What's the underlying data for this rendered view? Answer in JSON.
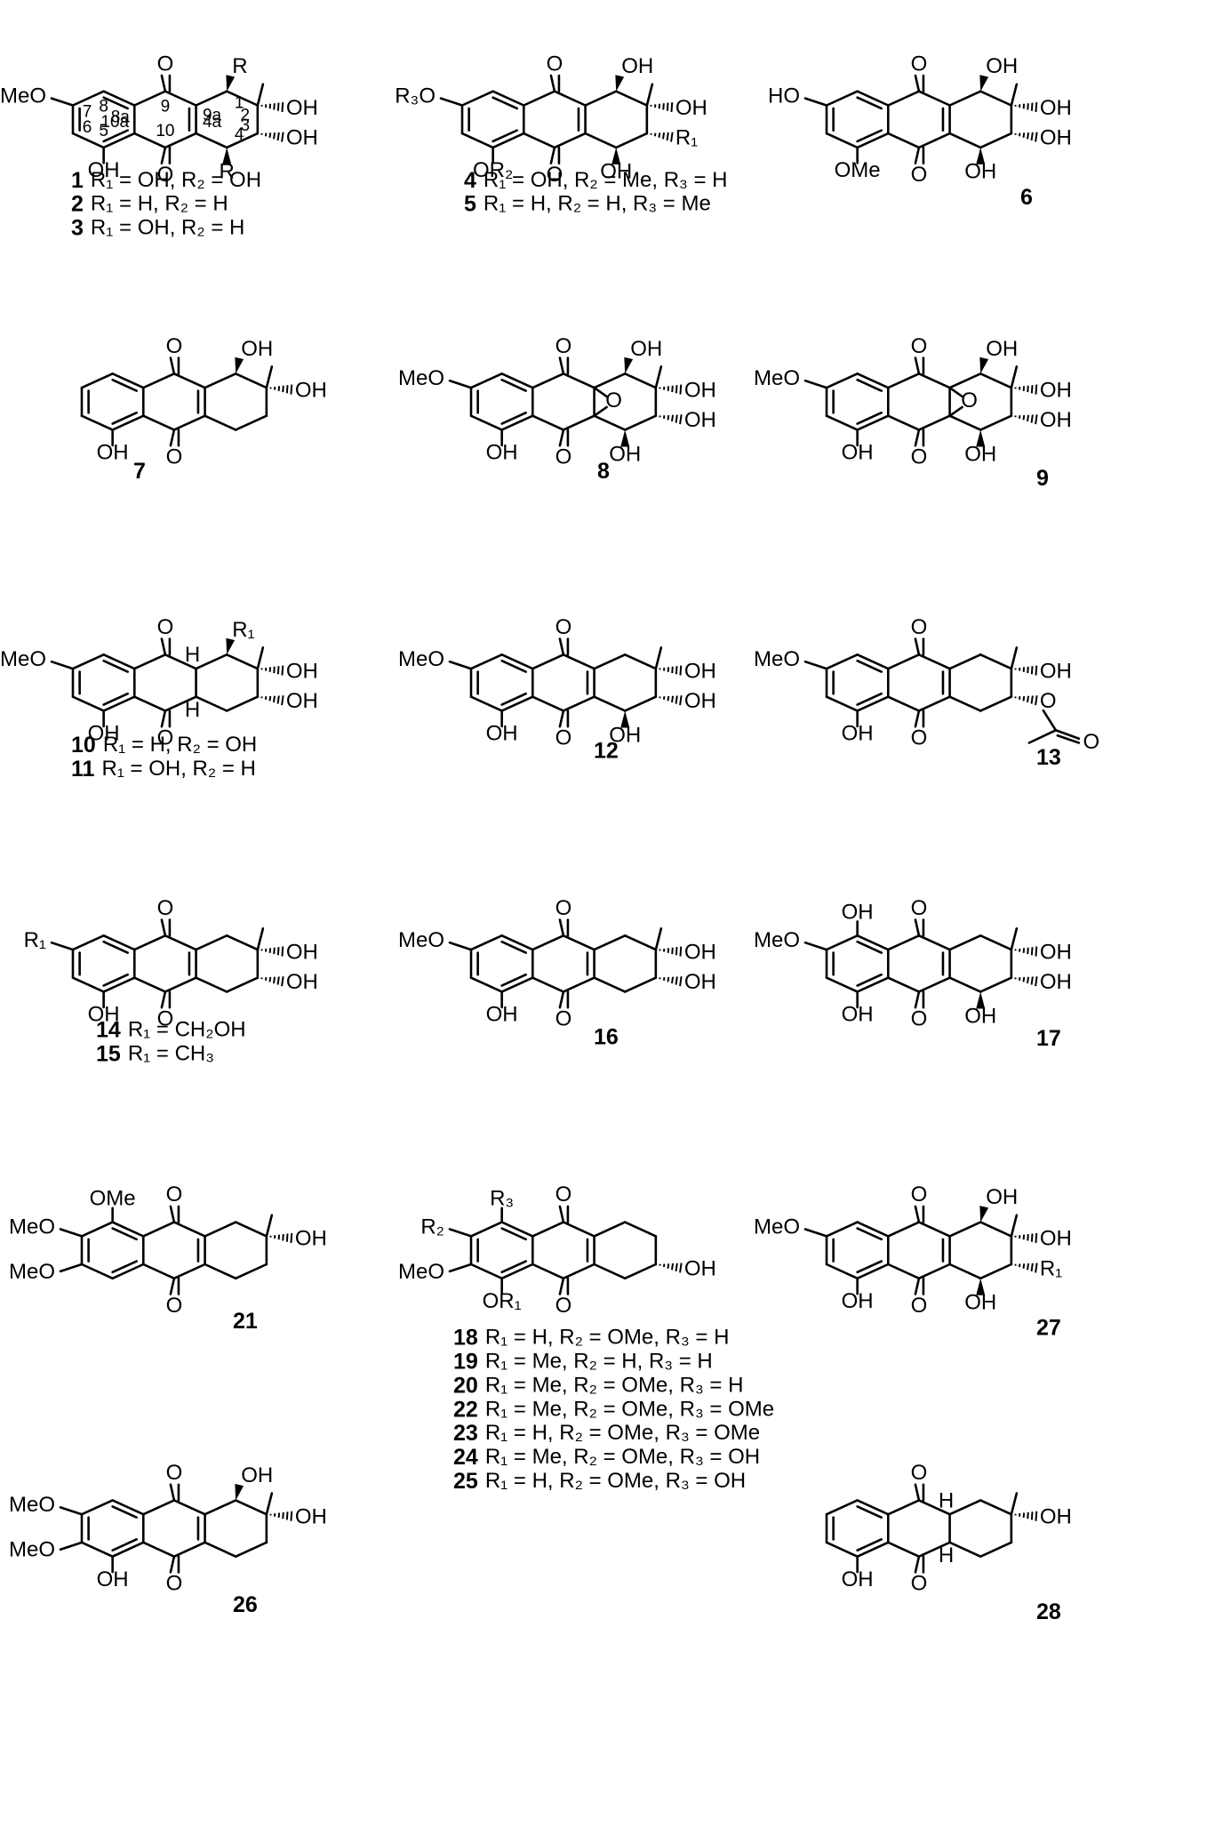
{
  "compounds": [
    {
      "id": "1-3",
      "numbers": [
        "1",
        "2",
        "3"
      ],
      "variant": "full",
      "subs": {
        "c5": "OH",
        "c7": "MeO",
        "c1": "R",
        "c2": "OH",
        "c3": "OH",
        "c4": "R"
      },
      "locants": true,
      "captions": [
        {
          "num": "1",
          "text": "R₁ = OH, R₂ = OH"
        },
        {
          "num": "2",
          "text": "R₁ = H,    R₂ = H"
        },
        {
          "num": "3",
          "text": "R₁ = OH, R₂ = H"
        }
      ]
    },
    {
      "id": "4-5",
      "numbers": [
        "4",
        "5"
      ],
      "variant": "full",
      "subs": {
        "c5": "OR₂",
        "c7": "R₃O",
        "c1": "OH",
        "c2": "OH",
        "c3": "R₁",
        "c4": "OH"
      },
      "captions": [
        {
          "num": "4",
          "text": "R₁ = OH, R₂ = Me, R₃ = H"
        },
        {
          "num": "5",
          "text": "R₁ = H,    R₂ = H,    R₃ = Me"
        }
      ]
    },
    {
      "id": "6",
      "numbers": [
        "6"
      ],
      "variant": "full",
      "subs": {
        "c5": "OMe",
        "c7": "HO",
        "c1": "OH",
        "c2": "OH",
        "c3": "OH",
        "c4": "OH"
      },
      "captions": [
        {
          "num": "6",
          "text": ""
        }
      ]
    },
    {
      "id": "7",
      "numbers": [
        "7"
      ],
      "variant": "full",
      "subs": {
        "c5": "OH",
        "c1": "OH",
        "c2": "OH"
      },
      "captions": [
        {
          "num": "7",
          "text": ""
        }
      ]
    },
    {
      "id": "8",
      "numbers": [
        "8"
      ],
      "variant": "epoxide",
      "subs": {
        "c5": "OH",
        "c7": "MeO",
        "c1": "OH",
        "c2": "OH",
        "c3": "OH",
        "c4": "OH",
        "epox": "O"
      },
      "captions": [
        {
          "num": "8",
          "text": ""
        }
      ]
    },
    {
      "id": "9",
      "numbers": [
        "9"
      ],
      "variant": "epoxide",
      "subs": {
        "c5": "OH",
        "c7": "MeO",
        "c1": "OH",
        "c2": "OH",
        "c3": "OH",
        "c4": "OH",
        "epox": "O"
      },
      "captions": [
        {
          "num": "9",
          "text": ""
        }
      ]
    },
    {
      "id": "10-11",
      "numbers": [
        "10",
        "11"
      ],
      "variant": "tetrahydro",
      "subs": {
        "c5": "OH",
        "c7": "MeO",
        "c1": "R₁",
        "c2": "OH",
        "c3": "OH",
        "h9a": "H",
        "h4a": "H"
      },
      "captions": [
        {
          "num": "10",
          "text": "R₁ = H, R₂ = OH"
        },
        {
          "num": "11",
          "text": "R₁ = OH,    R₂ = H"
        }
      ]
    },
    {
      "id": "12",
      "numbers": [
        "12"
      ],
      "variant": "full",
      "subs": {
        "c5": "OH",
        "c7": "MeO",
        "c2": "OH",
        "c3": "OH",
        "c4": "OH"
      },
      "captions": [
        {
          "num": "12",
          "text": ""
        }
      ]
    },
    {
      "id": "13",
      "numbers": [
        "13"
      ],
      "variant": "full",
      "subs": {
        "c5": "OH",
        "c7": "MeO",
        "c2": "OH",
        "c3": "O",
        "acO": "O"
      },
      "captions": [
        {
          "num": "13",
          "text": ""
        }
      ]
    },
    {
      "id": "14-15",
      "numbers": [
        "14",
        "15"
      ],
      "variant": "full",
      "subs": {
        "c5": "OH",
        "c7": "R₁",
        "c2": "OH",
        "c3": "OH"
      },
      "captions": [
        {
          "num": "14",
          "text": "R₁ = CH₂OH"
        },
        {
          "num": "15",
          "text": "R₁ = CH₃"
        }
      ]
    },
    {
      "id": "16",
      "numbers": [
        "16"
      ],
      "variant": "full",
      "subs": {
        "c5": "OH",
        "c7": "MeO",
        "c2": "OH",
        "c3": "OH"
      },
      "captions": [
        {
          "num": "16",
          "text": ""
        }
      ]
    },
    {
      "id": "17",
      "numbers": [
        "17"
      ],
      "variant": "full",
      "subs": {
        "c5": "OH",
        "c7": "MeO",
        "c8": "OH",
        "c2": "OH",
        "c3": "OH",
        "c4": "OH"
      },
      "captions": [
        {
          "num": "17",
          "text": ""
        }
      ]
    },
    {
      "id": "21",
      "numbers": [
        "21"
      ],
      "variant": "full",
      "subs": {
        "c8": "OMe",
        "c7": "MeO",
        "c6": "MeO",
        "c2": "OH"
      },
      "captions": [
        {
          "num": "21",
          "text": ""
        }
      ]
    },
    {
      "id": "18-25",
      "numbers": [
        "18",
        "19",
        "20",
        "22",
        "23",
        "24",
        "25"
      ],
      "variant": "full",
      "subs": {
        "c8": "R₃",
        "c7": "R₂",
        "c6": "MeO",
        "c5": "OR₁",
        "c3": "OH"
      },
      "captions": [
        {
          "num": "18",
          "text": "R₁ = H,    R₂ = OMe, R₃ = H"
        },
        {
          "num": "19",
          "text": "R₁ = Me, R₂ = H,       R₃ = H"
        },
        {
          "num": "20",
          "text": "R₁ = Me, R₂ = OMe, R₃ = H"
        },
        {
          "num": "22",
          "text": "R₁ = Me, R₂ = OMe, R₃ = OMe"
        },
        {
          "num": "23",
          "text": "R₁ = H,    R₂ = OMe, R₃ = OMe"
        },
        {
          "num": "24",
          "text": "R₁ = Me, R₂ = OMe, R₃ = OH"
        },
        {
          "num": "25",
          "text": "R₁ = H,    R₂ = OMe, R₃ = OH"
        }
      ]
    },
    {
      "id": "27",
      "numbers": [
        "27"
      ],
      "variant": "full",
      "subs": {
        "c5": "OH",
        "c7": "MeO",
        "c1": "OH",
        "c2": "OH",
        "c3": "R₁",
        "c4": "OH"
      },
      "captions": [
        {
          "num": "27",
          "text": ""
        }
      ]
    },
    {
      "id": "26",
      "numbers": [
        "26"
      ],
      "variant": "full",
      "subs": {
        "c5": "OH",
        "c7": "MeO",
        "c6": "MeO",
        "c1": "OH",
        "c2": "OH"
      },
      "captions": [
        {
          "num": "26",
          "text": ""
        }
      ]
    },
    {
      "id": "28",
      "numbers": [
        "28"
      ],
      "variant": "tetrahydro28",
      "subs": {
        "c5": "OH",
        "c2": "OH",
        "h9a": "H",
        "h4a": "H"
      },
      "captions": [
        {
          "num": "28",
          "text": ""
        }
      ]
    }
  ],
  "common": {
    "carbonyl_O": "O"
  },
  "locants": {
    "c1": "1",
    "c2": "2",
    "c3": "3",
    "c4": "4",
    "c4a": "4a",
    "c5": "5",
    "c6": "6",
    "c7": "7",
    "c8": "8",
    "c8a": "8a",
    "c9": "9",
    "c9a": "9a",
    "c10": "10",
    "c10a": "10a"
  }
}
